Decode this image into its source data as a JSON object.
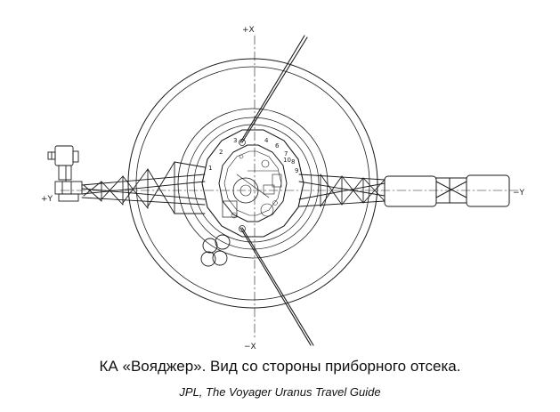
{
  "diagram": {
    "axis_labels": {
      "plus_x": "+X",
      "minus_x": "−X",
      "plus_y": "+Y",
      "minus_y": "−Y"
    },
    "bus_segment_numbers": [
      "1",
      "2",
      "3",
      "4",
      "6",
      "7",
      "8",
      "9",
      "10"
    ]
  },
  "caption": "КА «Вояджер». Вид со стороны приборного отсека.",
  "credit": "JPL, The Voyager Uranus Travel Guide",
  "colors": {
    "line": "#1a1a1a",
    "background": "#ffffff"
  }
}
